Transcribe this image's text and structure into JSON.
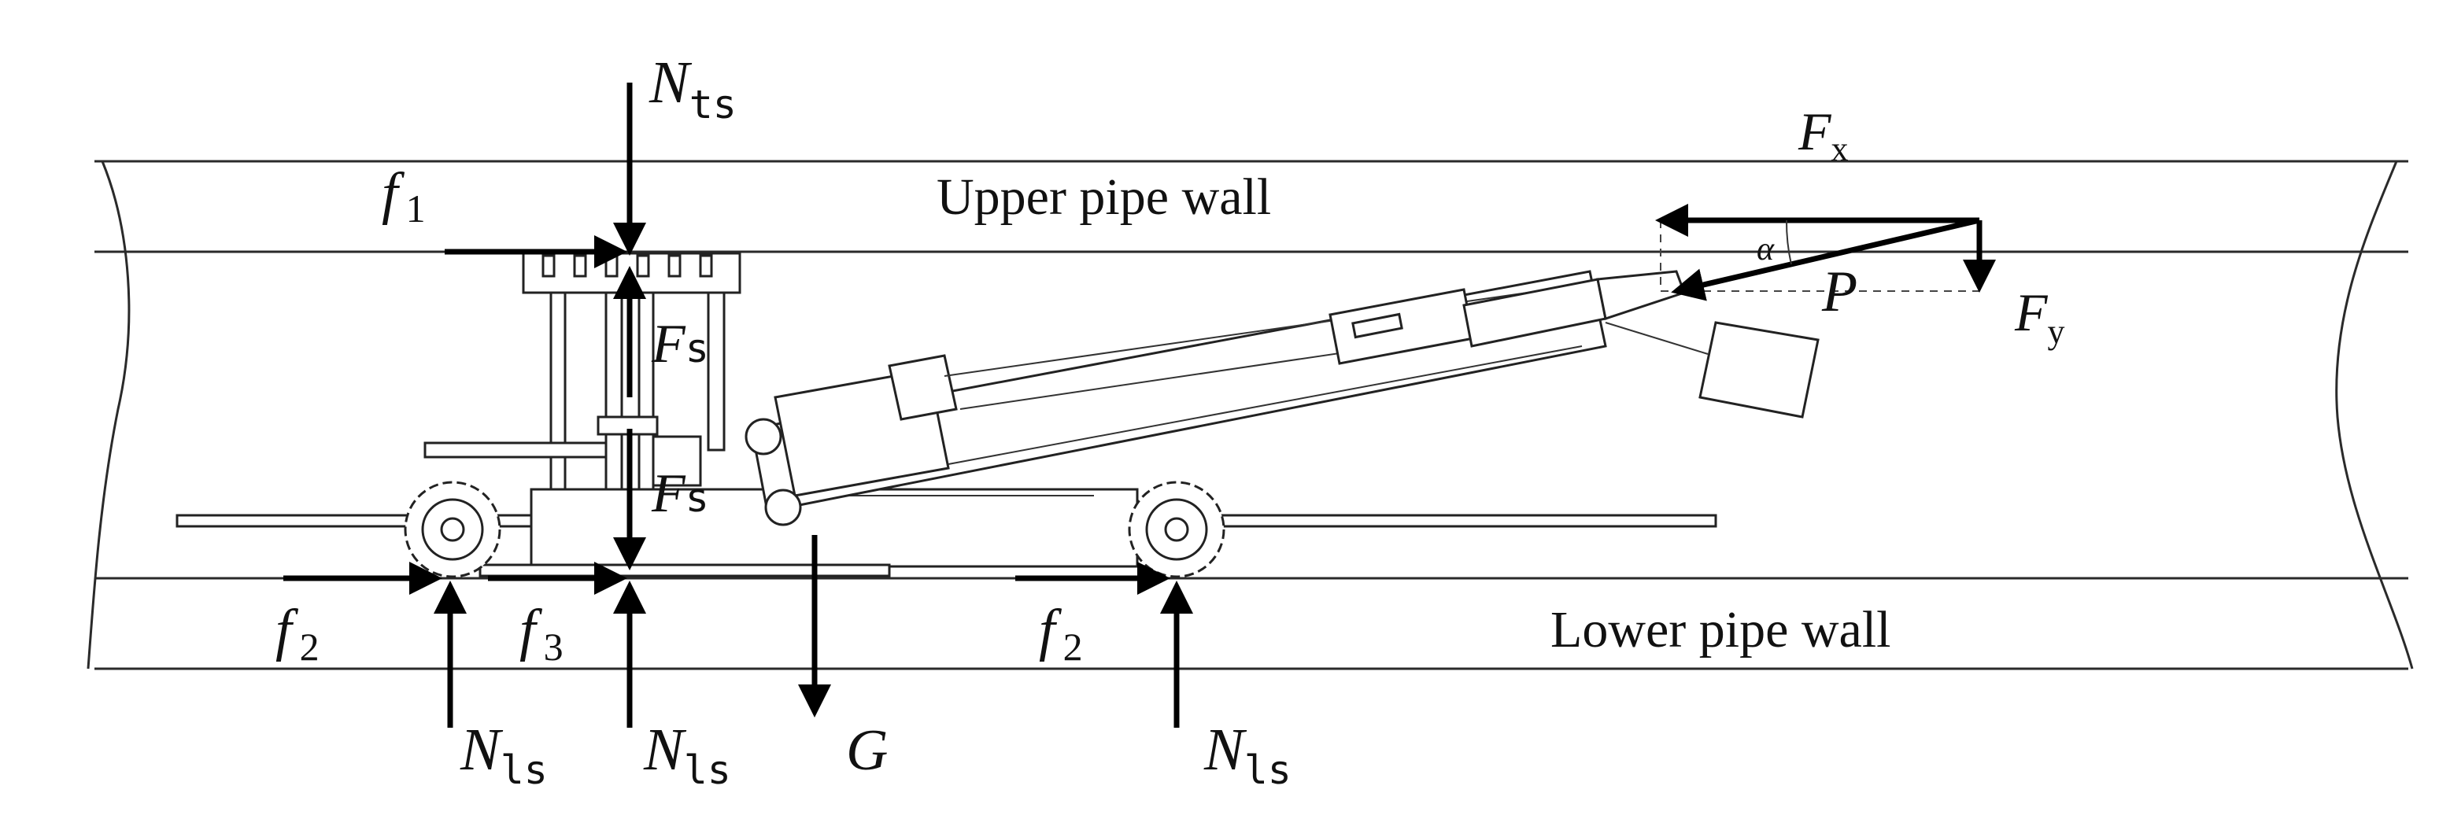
{
  "labels": {
    "upper_wall": "Upper pipe wall",
    "lower_wall": "Lower pipe wall",
    "N_ts": {
      "main": "N",
      "sub": "ts"
    },
    "F_x": {
      "main": "F",
      "sub": "x"
    },
    "F_y": {
      "main": "F",
      "sub": "y"
    },
    "P": "P",
    "alpha": "α",
    "f1": {
      "main": "f",
      "sub": "1"
    },
    "f2_left": {
      "main": "f",
      "sub": "2"
    },
    "f2_right": {
      "main": "f",
      "sub": "2"
    },
    "f3": {
      "main": "f",
      "sub": "3"
    },
    "Fs_upper": {
      "main": "F",
      "sub": "s"
    },
    "Fs_lower": {
      "main": "F",
      "sub": "s"
    },
    "N_ls_1": {
      "main": "N",
      "sub": "ls"
    },
    "N_ls_2": {
      "main": "N",
      "sub": "ls"
    },
    "N_ls_3": {
      "main": "N",
      "sub": "ls"
    },
    "G": "G"
  },
  "colors": {
    "line": "#2a2a2a",
    "force": "#000000",
    "background": "#ffffff"
  }
}
